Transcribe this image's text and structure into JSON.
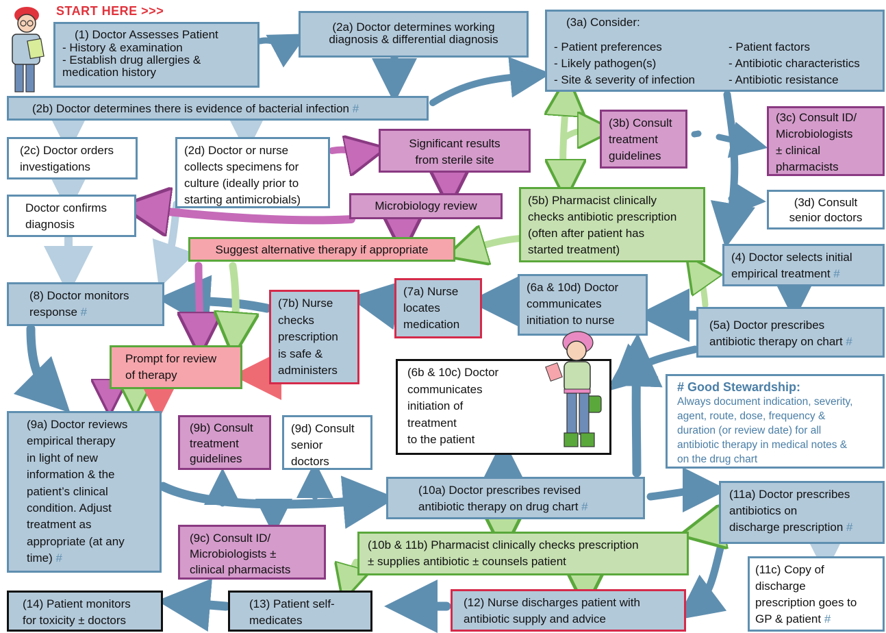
{
  "start_label": "START HERE >>>",
  "colors": {
    "blue_fill": "#b2c9da",
    "blue_border": "#5f8fb0",
    "pink_fill": "#d49bcb",
    "green_fill": "#c6e0b1",
    "alert_fill": "#f6a5ac",
    "red_border": "#d52a4a",
    "start_red": "#e0333c"
  },
  "boxes": {
    "b1": {
      "title": "(1) Doctor Assesses Patient",
      "lines": "- History & examination\n- Establish drug allergies &\n  medication history"
    },
    "b2a": {
      "text": "(2a) Doctor determines working\ndiagnosis & differential diagnosis"
    },
    "b3a": {
      "title": "(3a) Consider:",
      "left": "- Patient preferences\n- Likely pathogen(s)\n- Site & severity of infection",
      "right": "- Patient factors\n- Antibiotic characteristics\n- Antibiotic resistance"
    },
    "b2b": {
      "text": "(2b) Doctor determines there is evidence of bacterial infection",
      "hash": "#"
    },
    "b2c": {
      "text": "(2c) Doctor orders\ninvestigations"
    },
    "b2d": {
      "text": "(2d) Doctor or nurse\ncollects specimens for\nculture (ideally prior to\nstarting antimicrobials)"
    },
    "sig": {
      "text": "Significant results\nfrom sterile site"
    },
    "b3b": {
      "text": "(3b) Consult\ntreatment\nguidelines"
    },
    "b3c": {
      "text": "(3c) Consult ID/\nMicrobiologists\n± clinical\npharmacists"
    },
    "micro": {
      "text": "Microbiology review"
    },
    "confirm": {
      "text": "Doctor confirms\ndiagnosis"
    },
    "b5b": {
      "text": "(5b) Pharmacist clinically\nchecks antibiotic prescription\n(often after patient has\nstarted treatment)"
    },
    "b3d": {
      "text": "(3d) Consult\nsenior doctors"
    },
    "suggest": {
      "text": "Suggest alternative therapy if appropriate"
    },
    "b4": {
      "text": "(4) Doctor selects initial\nempirical treatment",
      "hash": "#"
    },
    "b8": {
      "text": "(8) Doctor monitors\nresponse",
      "hash": "#"
    },
    "b7b": {
      "text": "(7b) Nurse\nchecks\nprescription\nis safe &\nadministers"
    },
    "b7a": {
      "text": "(7a) Nurse\nlocates\nmedication"
    },
    "b6a": {
      "text": "(6a & 10d) Doctor\ncommunicates\ninitiation to nurse"
    },
    "b5a": {
      "text": "(5a) Doctor prescribes\nantibiotic therapy on chart",
      "hash": "#"
    },
    "prompt": {
      "text": "Prompt for review\nof therapy"
    },
    "b6b": {
      "text": "(6b & 10c) Doctor\ncommunicates\ninitiation of\ntreatment\nto the patient"
    },
    "good": {
      "title": "# Good Stewardship:",
      "body": "Always document indication, severity,\nagent, route, dose, frequency &\nduration (or review date) for all\nantibiotic therapy in medical notes  &\non the drug chart"
    },
    "b9a": {
      "text": "(9a) Doctor reviews\nempirical therapy\nin light of new\ninformation & the\npatient’s clinical\ncondition. Adjust\ntreatment as\nappropriate (at any\ntime)",
      "hash": "#"
    },
    "b9b": {
      "text": "(9b) Consult\ntreatment\nguidelines"
    },
    "b9d": {
      "text": "(9d) Consult\nsenior\ndoctors"
    },
    "b10a": {
      "text": "(10a)  Doctor prescribes revised\nantibiotic therapy on drug chart",
      "hash": "#"
    },
    "b11a": {
      "text": "(11a) Doctor prescribes\nantibiotics on\ndischarge prescription",
      "hash": "#"
    },
    "b9c": {
      "text": "(9c) Consult ID/\nMicrobiologists ±\nclinical pharmacists"
    },
    "b10b": {
      "text": "(10b & 11b) Pharmacist clinically checks prescription\n± supplies antibiotic ± counsels patient"
    },
    "b11c": {
      "text": "(11c) Copy of\ndischarge\nprescription goes to\nGP & patient",
      "hash": "#"
    },
    "b14": {
      "text": "(14) Patient monitors\nfor toxicity ± doctors"
    },
    "b13": {
      "text": "(13) Patient self-\nmedicates"
    },
    "b12": {
      "text": "(12) Nurse discharges patient with\nantibiotic supply and advice"
    }
  }
}
